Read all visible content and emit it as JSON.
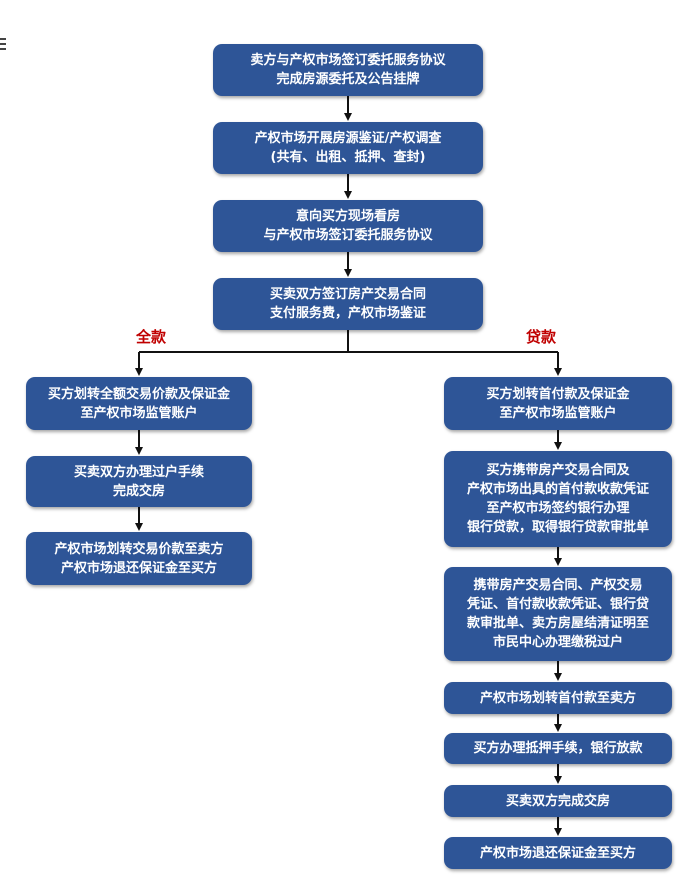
{
  "nodes": {
    "n1": [
      "卖方与产权市场签订委托服务协议",
      "完成房源委托及公告挂牌"
    ],
    "n2": [
      "产权市场开展房源鉴证/产权调查",
      "(共有、出租、抵押、查封)"
    ],
    "n3": [
      "意向买方现场看房",
      "与产权市场签订委托服务协议"
    ],
    "n4": [
      "买卖双方签订房产交易合同",
      "支付服务费，产权市场鉴证"
    ],
    "l1": [
      "买方划转全额交易价款及保证金",
      "至产权市场监管账户"
    ],
    "l2": [
      "买卖双方办理过户手续",
      "完成交房"
    ],
    "l3": [
      "产权市场划转交易价款至卖方",
      "产权市场退还保证金至买方"
    ],
    "r1": [
      "买方划转首付款及保证金",
      "至产权市场监管账户"
    ],
    "r2": [
      "买方携带房产交易合同及",
      "产权市场出具的首付款收款凭证",
      "至产权市场签约银行办理",
      "银行贷款，取得银行贷款审批单"
    ],
    "r3": [
      "携带房产交易合同、产权交易",
      "凭证、首付款收款凭证、银行贷",
      "款审批单、卖方房屋结清证明至",
      "市民中心办理缴税过户"
    ],
    "r4": [
      "产权市场划转首付款至卖方"
    ],
    "r5": [
      "买方办理抵押手续，银行放款"
    ],
    "r6": [
      "买卖双方完成交房"
    ],
    "r7": [
      "产权市场退还保证金至买方"
    ]
  },
  "branches": {
    "full": "全款",
    "loan": "贷款"
  },
  "colors": {
    "box": "#2e5597",
    "box_text": "#ffffff",
    "branch_label": "#c00000",
    "connector": "#111111"
  }
}
